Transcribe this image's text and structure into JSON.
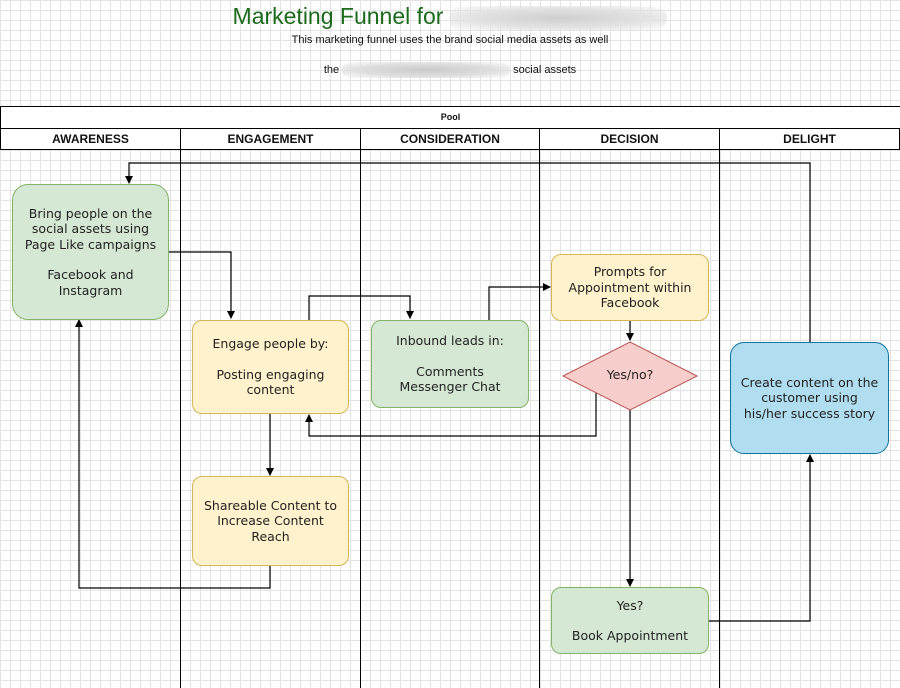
{
  "header": {
    "title": "Marketing Funnel for",
    "subtitle_line1": "This marketing funnel uses the brand social media assets as well",
    "subtitle_line2_prefix": "the",
    "subtitle_line2_suffix": "social assets"
  },
  "pool": {
    "label": "Pool",
    "lanes": [
      "AWARENESS",
      "ENGAGEMENT",
      "CONSIDERATION",
      "DECISION",
      "DELIGHT"
    ]
  },
  "nodes": {
    "bring_people": {
      "line1": "Bring people on the",
      "line2": "social assets using",
      "line3": "Page Like campaigns",
      "line4": "Facebook and",
      "line5": "Instagram"
    },
    "engage_people": {
      "line1": "Engage people by:",
      "line2": "Posting engaging",
      "line3": "content"
    },
    "shareable": {
      "line1": "Shareable Content to",
      "line2": "Increase Content",
      "line3": "Reach"
    },
    "inbound": {
      "line1": "Inbound leads in:",
      "line2": "Comments",
      "line3": "Messenger Chat"
    },
    "prompts": {
      "line1": "Prompts for",
      "line2": "Appointment within",
      "line3": "Facebook"
    },
    "decision": {
      "label": "Yes/no?"
    },
    "yes_book": {
      "line1": "Yes?",
      "line2": "Book Appointment"
    },
    "create_content": {
      "line1": "Create content on the",
      "line2": "customer using",
      "line3": "his/her success story"
    }
  },
  "colors": {
    "green_fill": "#d5e8d4",
    "yellow_fill": "#fff2cc",
    "blue_fill": "#b1ddf0",
    "diamond_fill": "#f8cecc",
    "title_color": "#1c6a1c"
  }
}
